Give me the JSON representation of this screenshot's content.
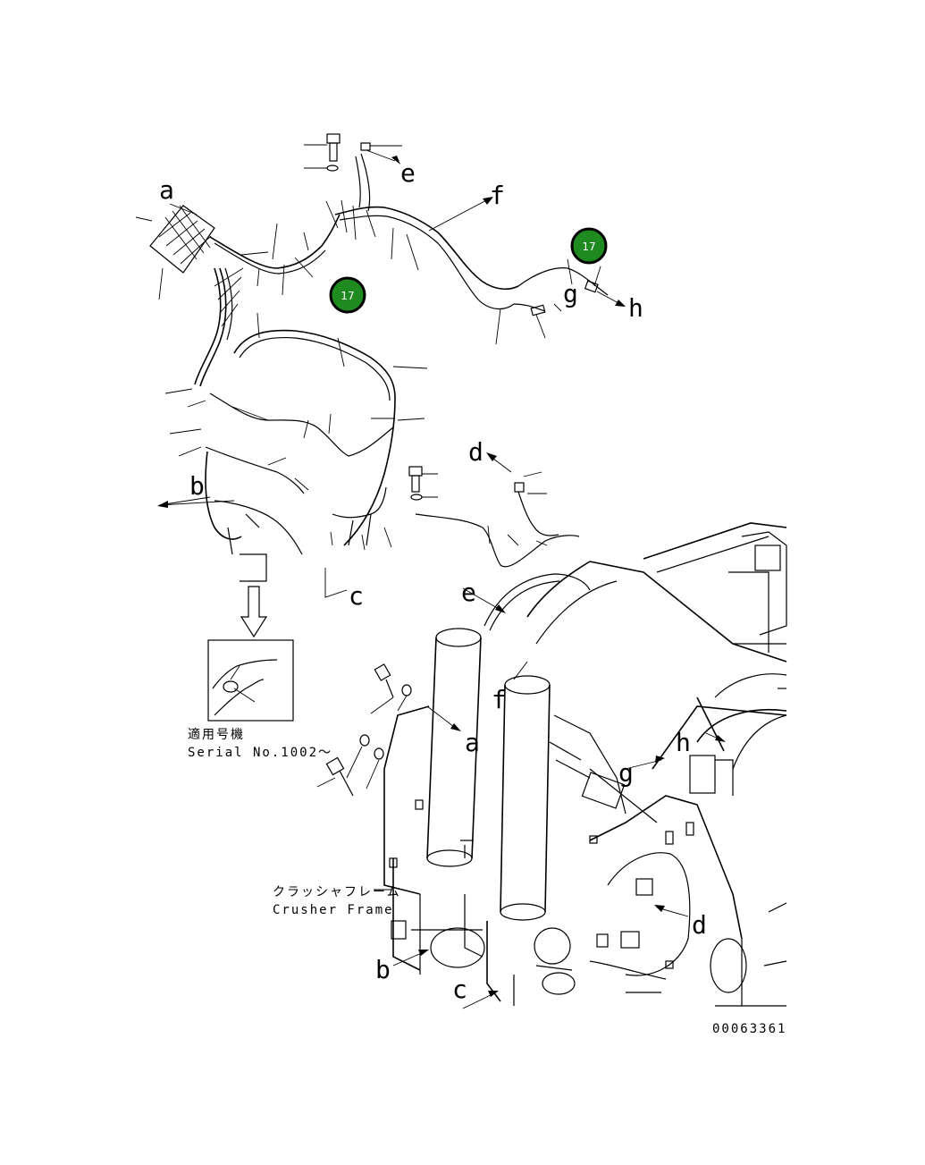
{
  "callouts": {
    "a": "a",
    "b": "b",
    "c": "c",
    "d": "d",
    "e": "e",
    "f": "f",
    "g": "g",
    "h": "h"
  },
  "badges": [
    "17",
    "17"
  ],
  "serial_note": {
    "line1": "適用号機",
    "line2": "Serial No.1002～"
  },
  "crusher_label": {
    "line1": "クラッシャフレーム",
    "line2": "Crusher Frame"
  },
  "part_number": "00063361",
  "colors": {
    "ink": "#000000",
    "badge_fill": "#1f8a1f",
    "badge_ring": "#000000"
  }
}
